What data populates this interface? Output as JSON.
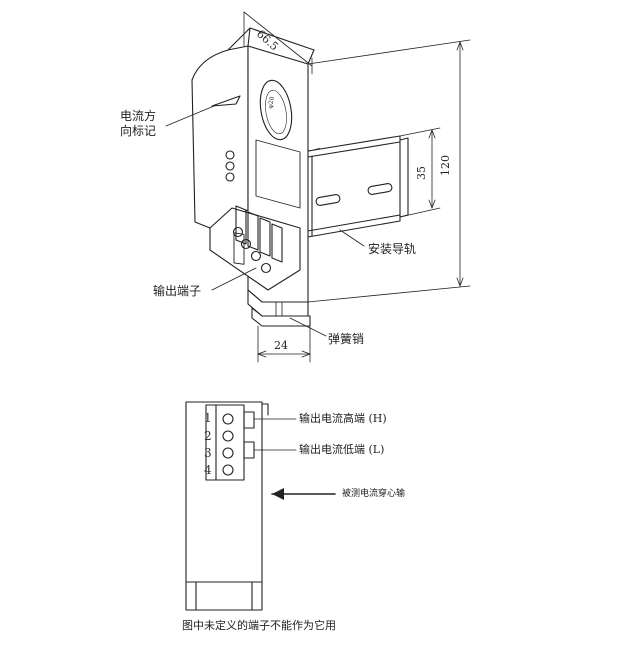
{
  "top_figure": {
    "dimensions": {
      "width": "66.5",
      "height_total": "120",
      "rail_height": "35",
      "depth": "24",
      "hole_diameter": "φ20"
    },
    "callouts": {
      "current_direction": "电流方向标记",
      "current_direction_line1": "电流方",
      "current_direction_line2": "向标记",
      "rail": "安装导轨",
      "output_terminal": "输出端子",
      "spring_pin": "弹簧销"
    }
  },
  "bottom_figure": {
    "terminal_numbers": [
      "1",
      "2",
      "3",
      "4"
    ],
    "output_high": "输出电流高端 (H)",
    "output_low": "输出电流低端 (L)",
    "measured_wire": "被测电流穿心输",
    "footnote": "图中未定义的端子不能作为它用"
  }
}
